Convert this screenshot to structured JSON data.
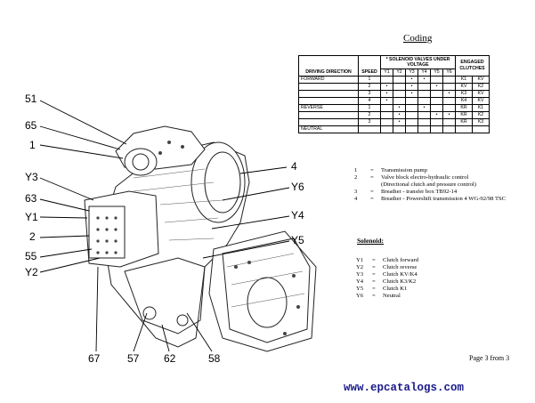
{
  "coding": {
    "title": "Coding",
    "headers": {
      "direction": "DRIVING DIRECTION",
      "speed": "SPEED",
      "solenoid_group": "* SOLENOID VALVES UNDER VOLTAGE",
      "solenoids": [
        "Y1",
        "Y2",
        "Y3",
        "Y4",
        "Y5",
        "Y6"
      ],
      "engaged": "ENGAGED CLUTCHES"
    },
    "rows": [
      {
        "dir": "FORWARD",
        "speed": "1",
        "v": [
          "",
          "",
          "•",
          "•",
          "",
          ""
        ],
        "c1": "K1",
        "c2": "KV"
      },
      {
        "dir": "",
        "speed": "2",
        "v": [
          "•",
          "",
          "•",
          "",
          "•",
          ""
        ],
        "c1": "KV",
        "c2": "K2"
      },
      {
        "dir": "",
        "speed": "3",
        "v": [
          "•",
          "",
          "•",
          "",
          "",
          "•"
        ],
        "c1": "K3",
        "c2": "KV"
      },
      {
        "dir": "",
        "speed": "4",
        "v": [
          "•",
          "",
          "",
          "",
          "",
          ""
        ],
        "c1": "K4",
        "c2": "KV"
      },
      {
        "dir": "REVERSE",
        "speed": "1",
        "v": [
          "",
          "•",
          "",
          "•",
          "",
          ""
        ],
        "c1": "KR",
        "c2": "K1"
      },
      {
        "dir": "",
        "speed": "2",
        "v": [
          "",
          "•",
          "",
          "",
          "•",
          "•"
        ],
        "c1": "KR",
        "c2": "K2"
      },
      {
        "dir": "",
        "speed": "3",
        "v": [
          "",
          "•",
          "",
          "",
          "",
          ""
        ],
        "c1": "KR",
        "c2": "K3"
      },
      {
        "dir": "NEUTRAL",
        "speed": "",
        "v": [
          "",
          "",
          "",
          "",
          "",
          ""
        ],
        "c1": "",
        "c2": ""
      }
    ]
  },
  "legend": [
    {
      "key": "1",
      "eq": "=",
      "text": "Transmission pump"
    },
    {
      "key": "2",
      "eq": "=",
      "text": "Valve block electro-hydraulic control"
    },
    {
      "key": "",
      "eq": "",
      "text": "(Directional clutch and pressure control)"
    },
    {
      "key": "3",
      "eq": "=",
      "text": "Breather - transfer box TB92-14"
    },
    {
      "key": "4",
      "eq": "=",
      "text": "Breather - Powershift transmission 4 WG-92/98 TSC"
    }
  ],
  "solenoid_legend": {
    "title": "Solenoid:",
    "items": [
      {
        "key": "Y1",
        "eq": "=",
        "text": "Clutch forward"
      },
      {
        "key": "Y2",
        "eq": "=",
        "text": "Clutch reverse"
      },
      {
        "key": "Y3",
        "eq": "=",
        "text": "Clutch KV/K4"
      },
      {
        "key": "Y4",
        "eq": "=",
        "text": "Clutch K3/K2"
      },
      {
        "key": "Y5",
        "eq": "=",
        "text": "Clutch K1"
      },
      {
        "key": "Y6",
        "eq": "=",
        "text": "Neutral"
      }
    ]
  },
  "callouts": {
    "c51": "51",
    "c65": "65",
    "c1": "1",
    "cY3": "Y3",
    "c63": "63",
    "cY1": "Y1",
    "c2": "2",
    "c55": "55",
    "cY2": "Y2",
    "c67": "67",
    "c57": "57",
    "c62": "62",
    "c58": "58",
    "c4": "4",
    "cY6": "Y6",
    "cY4": "Y4",
    "cY5": "Y5"
  },
  "page_number": "Page 3 from 3",
  "footer": "www.epcatalogs.com"
}
